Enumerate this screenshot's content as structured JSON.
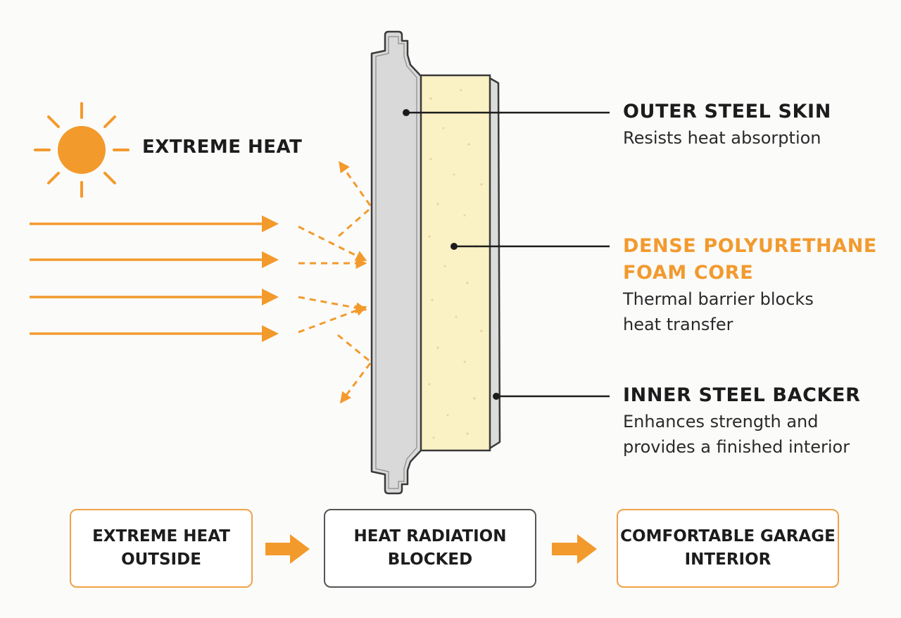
{
  "colors": {
    "accent": "#f29a2e",
    "arrow": "#f39a2c",
    "foam": "#faf1c4",
    "steel": "#d9d9d9",
    "outline": "#3a3a3a",
    "text": "#1c1c1c"
  },
  "heat_source": {
    "icon": "sun-icon",
    "label": "EXTREME HEAT"
  },
  "callouts": {
    "outer": {
      "title": "OUTER STEEL SKIN",
      "desc": [
        "Resists heat absorption"
      ]
    },
    "foam": {
      "title": [
        "DENSE POLYURETHANE",
        "FOAM CORE"
      ],
      "desc": [
        "Thermal barrier blocks",
        "heat transfer"
      ]
    },
    "inner": {
      "title": "INNER STEEL BACKER",
      "desc": [
        "Enhances strength and",
        "provides a finished interior"
      ]
    }
  },
  "flow": {
    "steps": [
      "EXTREME HEAT\nOUTSIDE",
      "HEAT RADIATION\nBLOCKED",
      "COMFORTABLE GARAGE\nINTERIOR"
    ]
  }
}
